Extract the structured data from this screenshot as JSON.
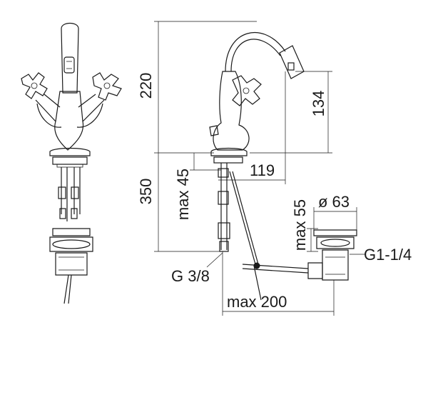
{
  "drawing": {
    "dimensions": {
      "spout_height": "220",
      "outlet_height": "134",
      "max_deck_thickness": "max 45",
      "projection": "119",
      "total_depth": "350",
      "max_waste_depth": "max 55",
      "waste_diameter": "ø 63",
      "waste_thread": "G1-1/4",
      "supply_thread": "G 3/8",
      "max_rod_length": "max 200"
    }
  }
}
